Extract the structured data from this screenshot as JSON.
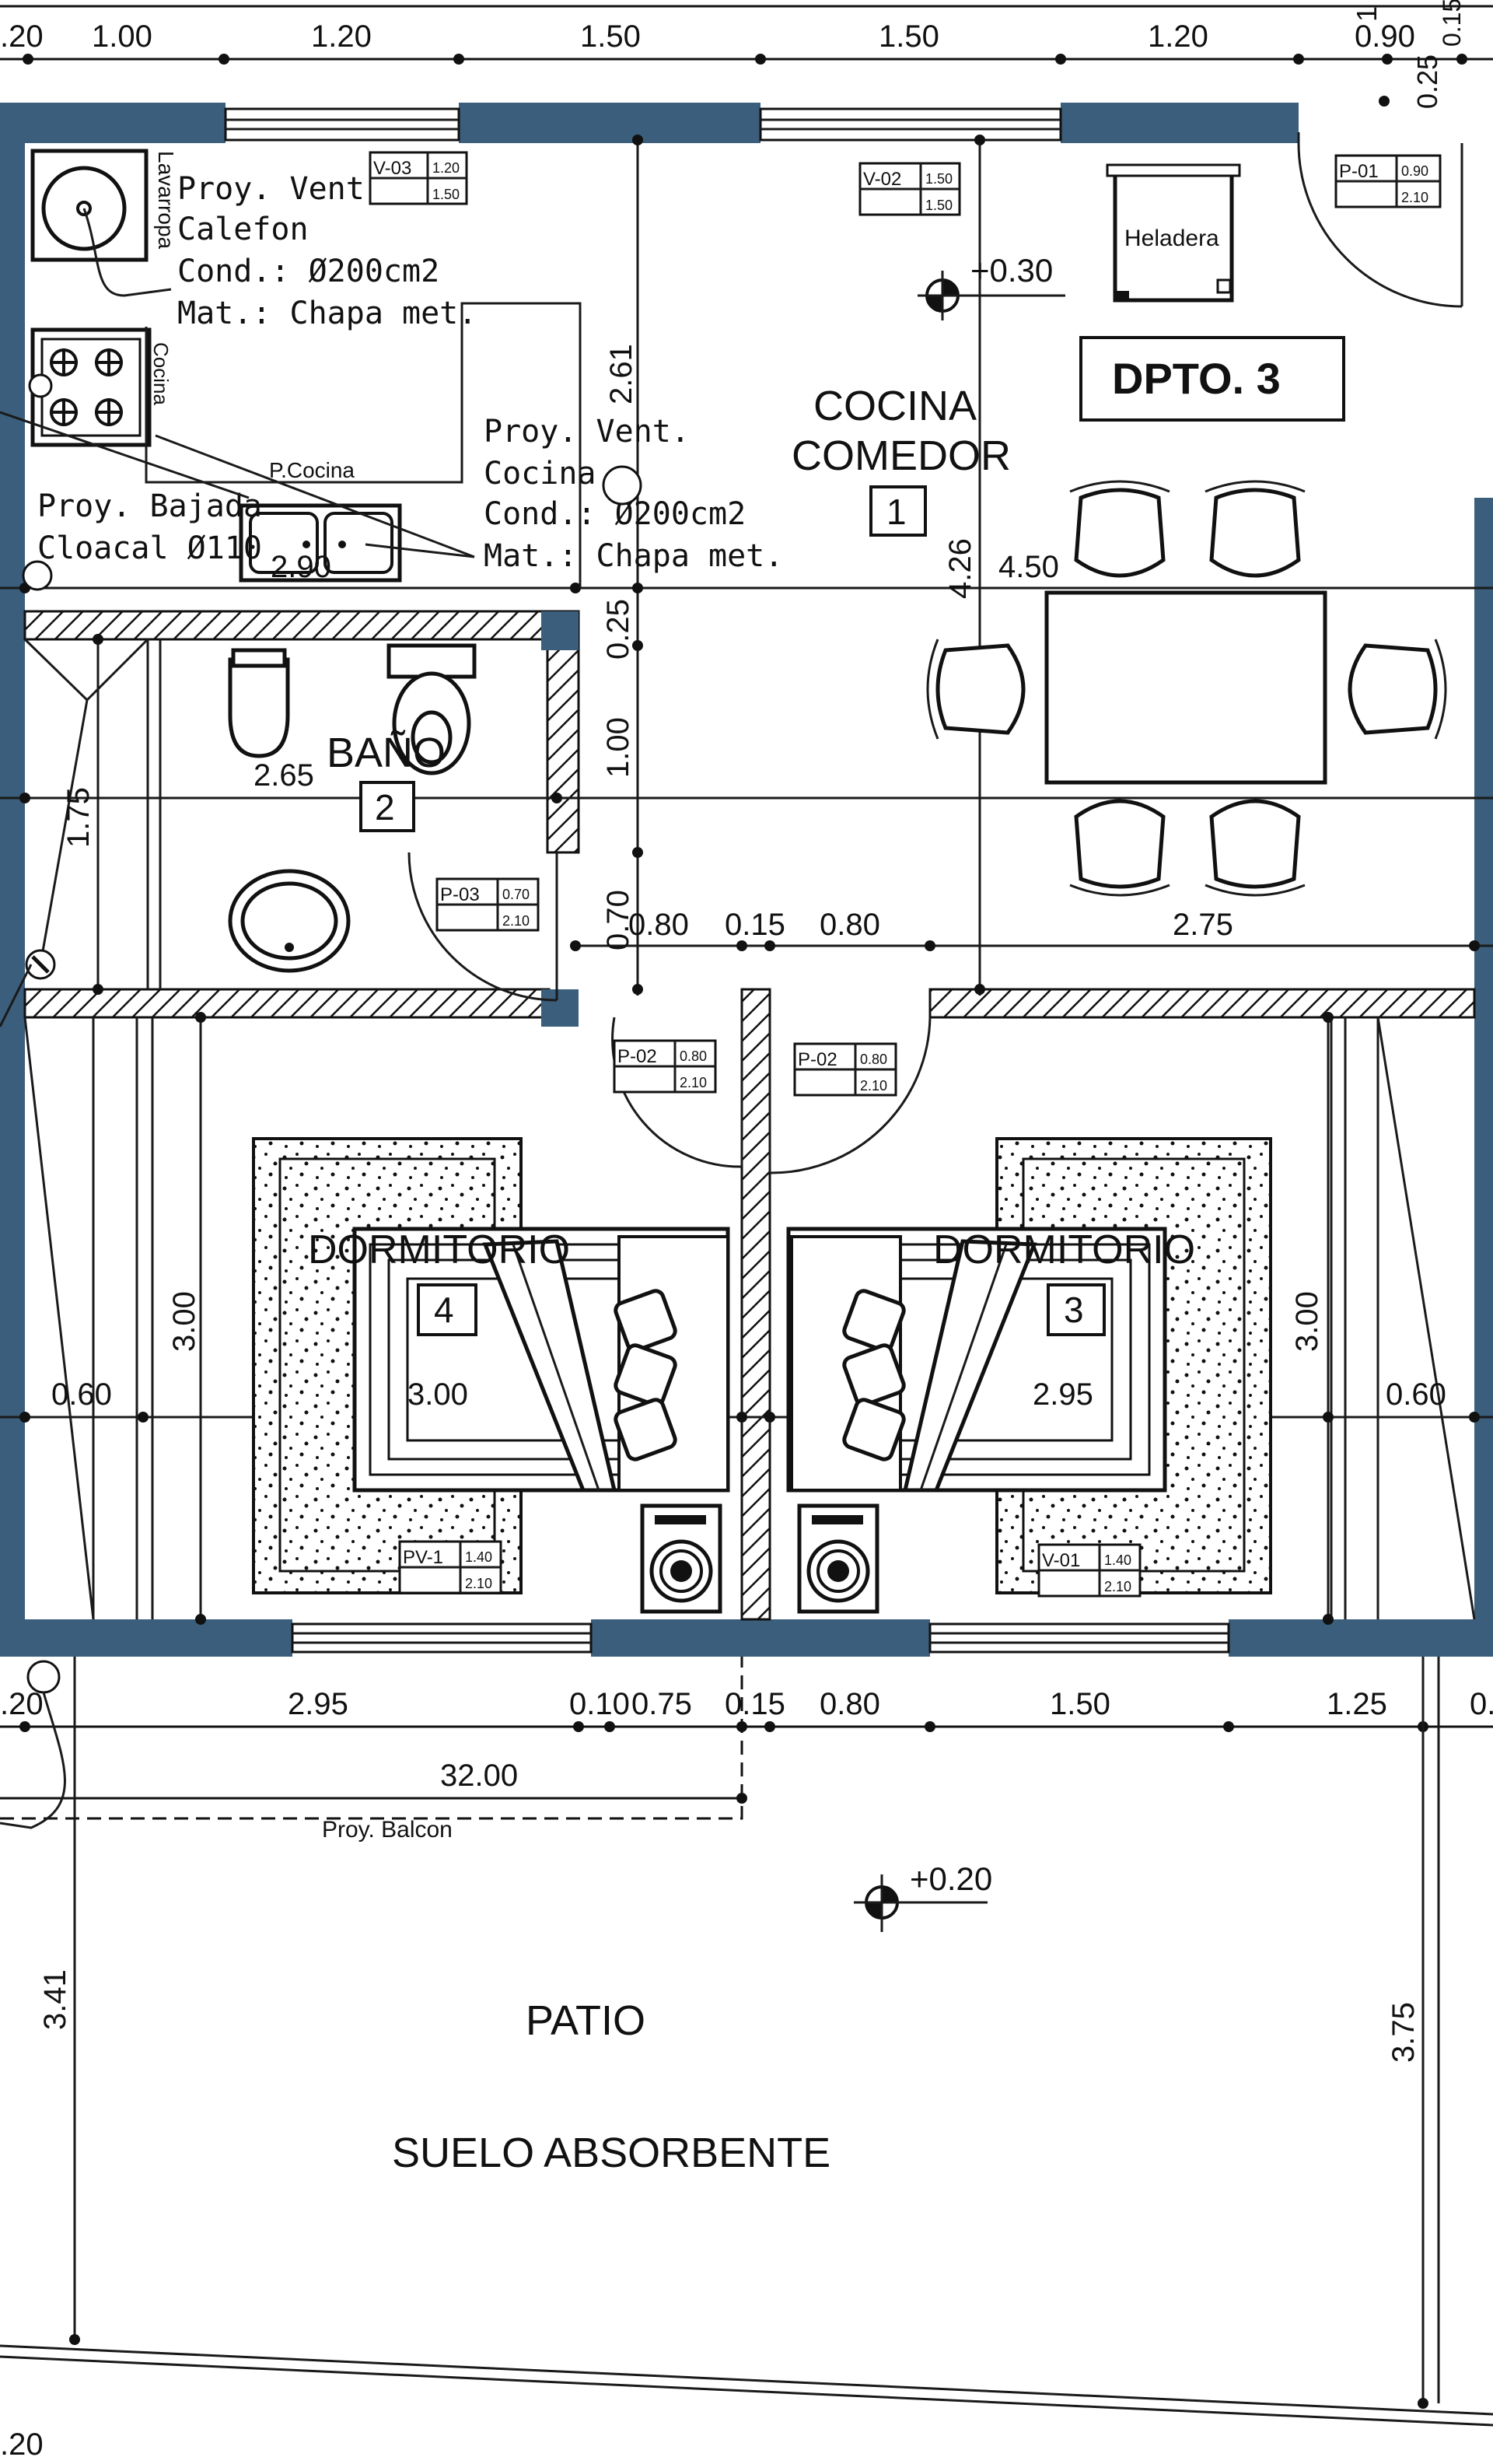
{
  "title": "DPTO. 3",
  "levels": {
    "kitchen": "+0.30",
    "patio": "+0.20"
  },
  "rooms": [
    {
      "name": "COCINA",
      "name2": "COMEDOR",
      "number": "1"
    },
    {
      "name": "BAÑO",
      "number": "2"
    },
    {
      "name": "DORMITORIO",
      "number": "3"
    },
    {
      "name": "DORMITORIO",
      "number": "4"
    }
  ],
  "patio": {
    "label": "PATIO",
    "sub": "SUELO ABSORBENTE"
  },
  "notes": {
    "calefon": [
      "Proy. Vent.",
      "Calefon",
      "Cond.: Ø200cm2",
      "Mat.: Chapa met."
    ],
    "cocina": [
      "Proy. Vent.",
      "Cocina",
      "Cond.: Ø200cm2",
      "Mat.: Chapa met."
    ],
    "cloacal": [
      "Proy. Bajada",
      "Cloacal Ø110"
    ],
    "balcon": "Proy. Balcon"
  },
  "fixtures": {
    "lavarropa": "Lavarropa",
    "cocina": "Cocina",
    "pcocina": "P.Cocina",
    "heladera": "Heladera"
  },
  "openings": [
    {
      "code": "V-03",
      "w": "1.20",
      "h": "1.50"
    },
    {
      "code": "V-02",
      "w": "1.50",
      "h": "1.50"
    },
    {
      "code": "P-01",
      "w": "0.90",
      "h": "2.10"
    },
    {
      "code": "P-03",
      "w": "0.70",
      "h": "2.10"
    },
    {
      "code": "P-02",
      "w": "0.80",
      "h": "2.10"
    },
    {
      "code": "P-02",
      "w": "0.80",
      "h": "2.10"
    },
    {
      "code": "PV-1",
      "w": "1.40",
      "h": "2.10"
    },
    {
      "code": "V-01",
      "w": "1.40",
      "h": "2.10"
    }
  ],
  "dimensions": {
    "top": [
      ".20",
      "1.00",
      "1.20",
      "1.50",
      "1.50",
      "1.20",
      "0.90",
      "0.25",
      "0.15",
      "1"
    ],
    "interior": [
      "2.61",
      "4.26",
      "4.50",
      "2.90",
      "0.25",
      "1.00",
      "2.65",
      "1.75",
      "0.70",
      "0.80",
      "0.15",
      "0.80",
      "2.75",
      "3.00",
      "0.60",
      "3.00",
      "2.95",
      "3.00",
      "0.60"
    ],
    "bottom": [
      ".20",
      "2.95",
      "0.10",
      "0.75",
      "0.15",
      "0.80",
      "1.50",
      "1.25",
      "0.",
      "32.00"
    ],
    "patio": [
      "3.41",
      "3.75"
    ],
    "corner": ".20"
  }
}
